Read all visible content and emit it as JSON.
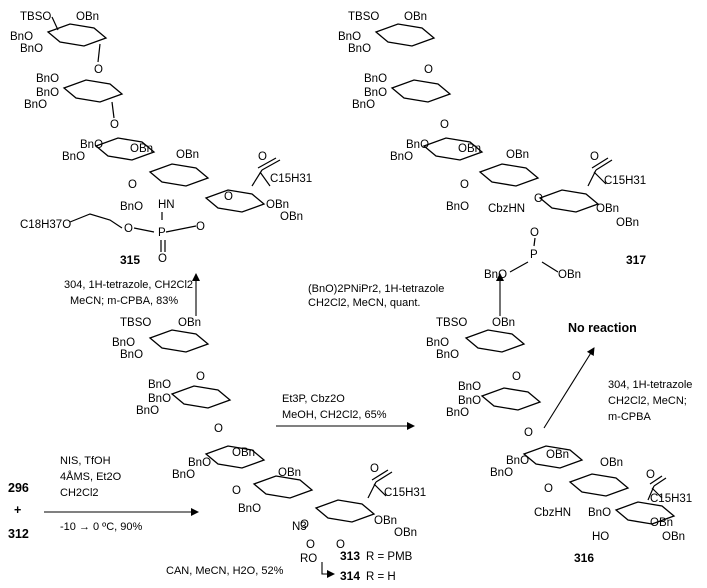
{
  "compounds": {
    "c315": "315",
    "c317": "317",
    "c313": "313",
    "c314": "314",
    "c316": "316",
    "c296": "296",
    "c312": "312",
    "plus": "+"
  },
  "labels": {
    "tbso": "TBSO",
    "obn": "OBn",
    "bno": "BnO",
    "o": "O",
    "p": "P",
    "hn": "HN",
    "cbzhn": "CbzHN",
    "n3": "N3",
    "ro": "RO",
    "ho": "HO",
    "acyl": "C15H31",
    "lipid": "C18H37O",
    "r_pmb": "R = PMB",
    "r_h": "R = H"
  },
  "conditions": {
    "glyco_1": "NIS, TfOH",
    "glyco_2": "4ÅMS, Et2O",
    "glyco_3": "CH2Cl2",
    "glyco_4": "-10 → 0 ºC, 90%",
    "can": "CAN, MeCN, H2O, 52%",
    "red_1": "Et3P, Cbz2O",
    "red_2": "MeOH, CH2Cl2, 65%",
    "to315_1": "304, 1H-tetrazole, CH2Cl2",
    "to315_2": "MeCN; m-CPBA, 83%",
    "to317_1": "(BnO)2PNiPr2, 1H-tetrazole",
    "to317_2": "CH2Cl2, MeCN, quant.",
    "nr_1": "304, 1H-tetrazole",
    "nr_2": "CH2Cl2, MeCN;",
    "nr_3": "m-CPBA",
    "no_reaction": "No reaction"
  }
}
